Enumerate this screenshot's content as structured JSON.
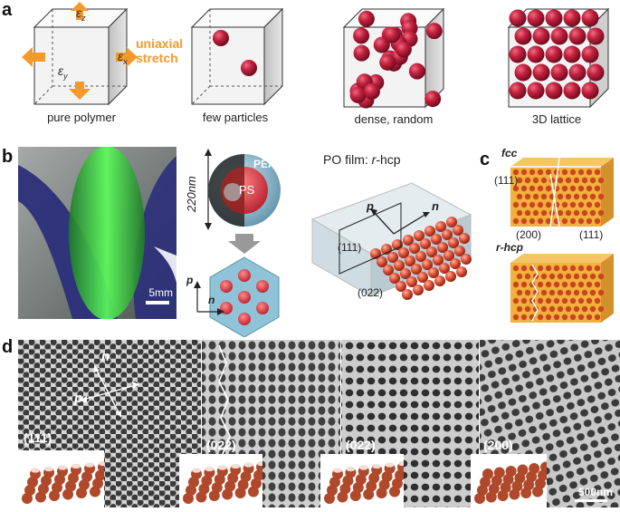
{
  "panel_labels": {
    "a": "a",
    "b": "b",
    "c": "c",
    "d": "d"
  },
  "panel_a": {
    "captions": [
      "pure polymer",
      "few particles",
      "dense, random",
      "3D lattice"
    ],
    "strain_labels": {
      "ez": "ε",
      "ez_sub": "z",
      "ex": "ε",
      "ex_sub": "x",
      "ey": "ε",
      "ey_sub": "y"
    },
    "stretch_line1": "uniaxial",
    "stretch_line2": "stretch",
    "colors": {
      "arrow": "#f39a2b",
      "particle": "#c3213e"
    }
  },
  "panel_b": {
    "scale_bar": "5mm",
    "size_label": "220nm",
    "shell_label": "PEA",
    "core_label": "PS",
    "axis_p": "p",
    "axis_n": "n",
    "film_title_pre": "PO film: ",
    "film_title_italic": "r",
    "film_title_post": "-hcp",
    "plane_111": "(111)",
    "plane_022": "(022)",
    "film_p": "p",
    "film_n": "n"
  },
  "panel_c": {
    "fcc": "fcc",
    "rhcp": "r-hcp",
    "plane_111": "(111)",
    "plane_200": "(200)",
    "plane_m111": "(111)"
  },
  "panel_d": {
    "labels": [
      "(111)",
      "(022)",
      "(022)",
      "(200)"
    ],
    "scale_bar": "500nm",
    "axis_n": "n",
    "axis_p": "p"
  }
}
